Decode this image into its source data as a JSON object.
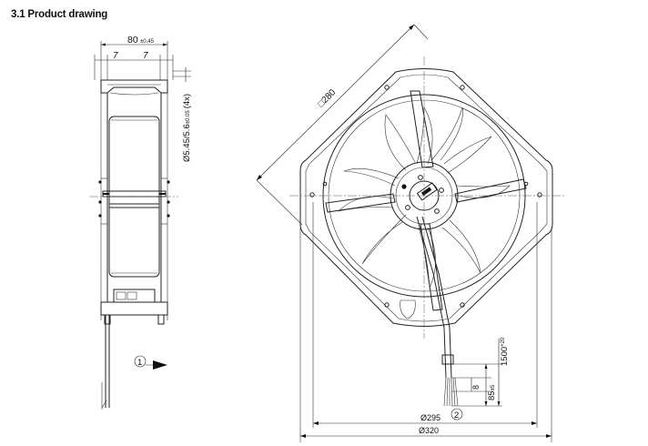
{
  "section_title": "3.1 Product drawing",
  "side_view": {
    "width_dim": "80",
    "width_tol": "±0.45",
    "flange_left": "7",
    "flange_right": "7",
    "hole_dim": "Ø5.45/5.6",
    "hole_tol": "±0.05",
    "hole_count": "(4x)",
    "callout_1": "1"
  },
  "front_view": {
    "square_dim": "□280",
    "dia_inner": "Ø295",
    "dia_outer": "Ø320",
    "cable_length": "1500",
    "cable_length_tol": "+20",
    "strip_length": "85",
    "strip_tol": "±5",
    "wire_strip": "8",
    "callout_2": "2"
  }
}
